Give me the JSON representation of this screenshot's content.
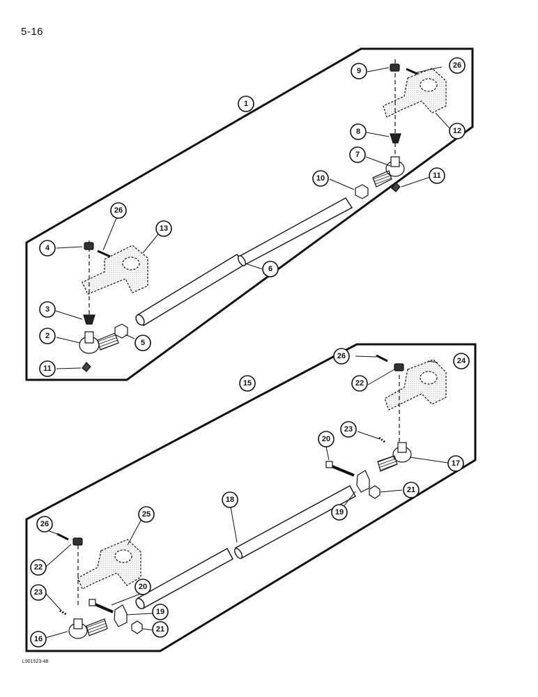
{
  "page_number": "5-16",
  "figure_reference": "L901523-48",
  "callouts": [
    "1",
    "2",
    "3",
    "4",
    "5",
    "6",
    "7",
    "8",
    "9",
    "10",
    "11",
    "11",
    "12",
    "13",
    "15",
    "16",
    "17",
    "18",
    "19",
    "19",
    "20",
    "20",
    "21",
    "21",
    "22",
    "22",
    "23",
    "23",
    "24",
    "25",
    "26",
    "26",
    "26",
    "26"
  ]
}
